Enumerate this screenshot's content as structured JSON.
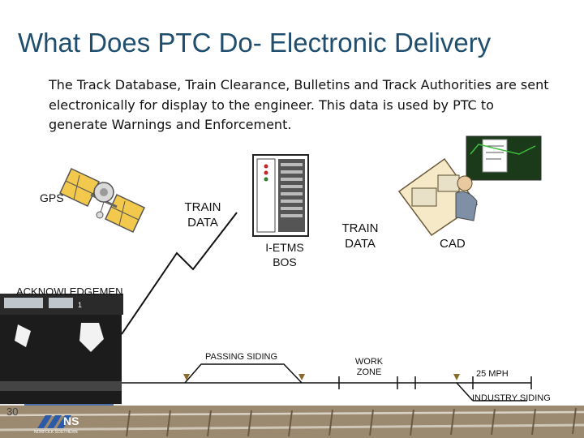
{
  "slide": {
    "title": "What Does PTC Do- Electronic Delivery",
    "intro": "The Track Database, Train Clearance, Bulletins and Track Authorities are sent electronically for display to the engineer. This data is used by PTC to generate Warnings and Enforcement.",
    "page_number": "30"
  },
  "diagram": {
    "gps_label": "GPS",
    "train_data_left": [
      "TRAIN",
      "DATA"
    ],
    "server_label": [
      "I-ETMS",
      "BOS"
    ],
    "train_data_right": [
      "TRAIN",
      "DATA"
    ],
    "cad_label": "CAD",
    "ack_label": "ACKNOWLEDGEMEN",
    "passing_siding_label": "PASSING SIDING",
    "work_zone_label": [
      "WORK",
      "ZONE"
    ],
    "speed_label": "25 MPH",
    "industry_siding_label": "INDUSTRY SIDING",
    "logo_text": "NORFOLK SOUTHERN"
  },
  "colors": {
    "title": "#1f4e6e",
    "signal_red": "#c0262b",
    "signal_green": "#2e7d32",
    "satellite_panel": "#f2c94c",
    "locomotive": "#1c1c1c"
  }
}
